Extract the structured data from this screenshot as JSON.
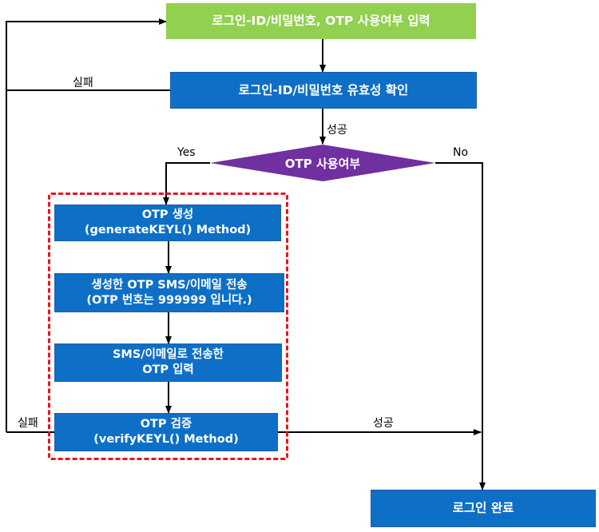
{
  "steps": {
    "input": "로그인-ID/비밀번호, OTP 사용여부 입력",
    "validate": "로그인-ID/비밀번호 유효성 확인",
    "decision": "OTP 사용여부",
    "generate_line1": "OTP 생성",
    "generate_line2": "(generateKEYL() Method)",
    "send_line1": "생성한 OTP SMS/이메일 전송",
    "send_line2": "(OTP 번호는 999999 입니다.)",
    "enter_line1": "SMS/이메일로 전송한",
    "enter_line2": "OTP 입력",
    "verify_line1": "OTP 검증",
    "verify_line2": "(verifyKEYL() Method)",
    "done": "로그인 완료"
  },
  "edge_labels": {
    "fail_top": "실패",
    "success_top": "성공",
    "yes": "Yes",
    "no": "No",
    "fail_bottom": "실패",
    "success_bottom": "성공"
  },
  "colors": {
    "start_box": "#92d050",
    "process_box": "#0e6fc6",
    "decision": "#7030a0",
    "highlight_border": "#e8141c"
  }
}
